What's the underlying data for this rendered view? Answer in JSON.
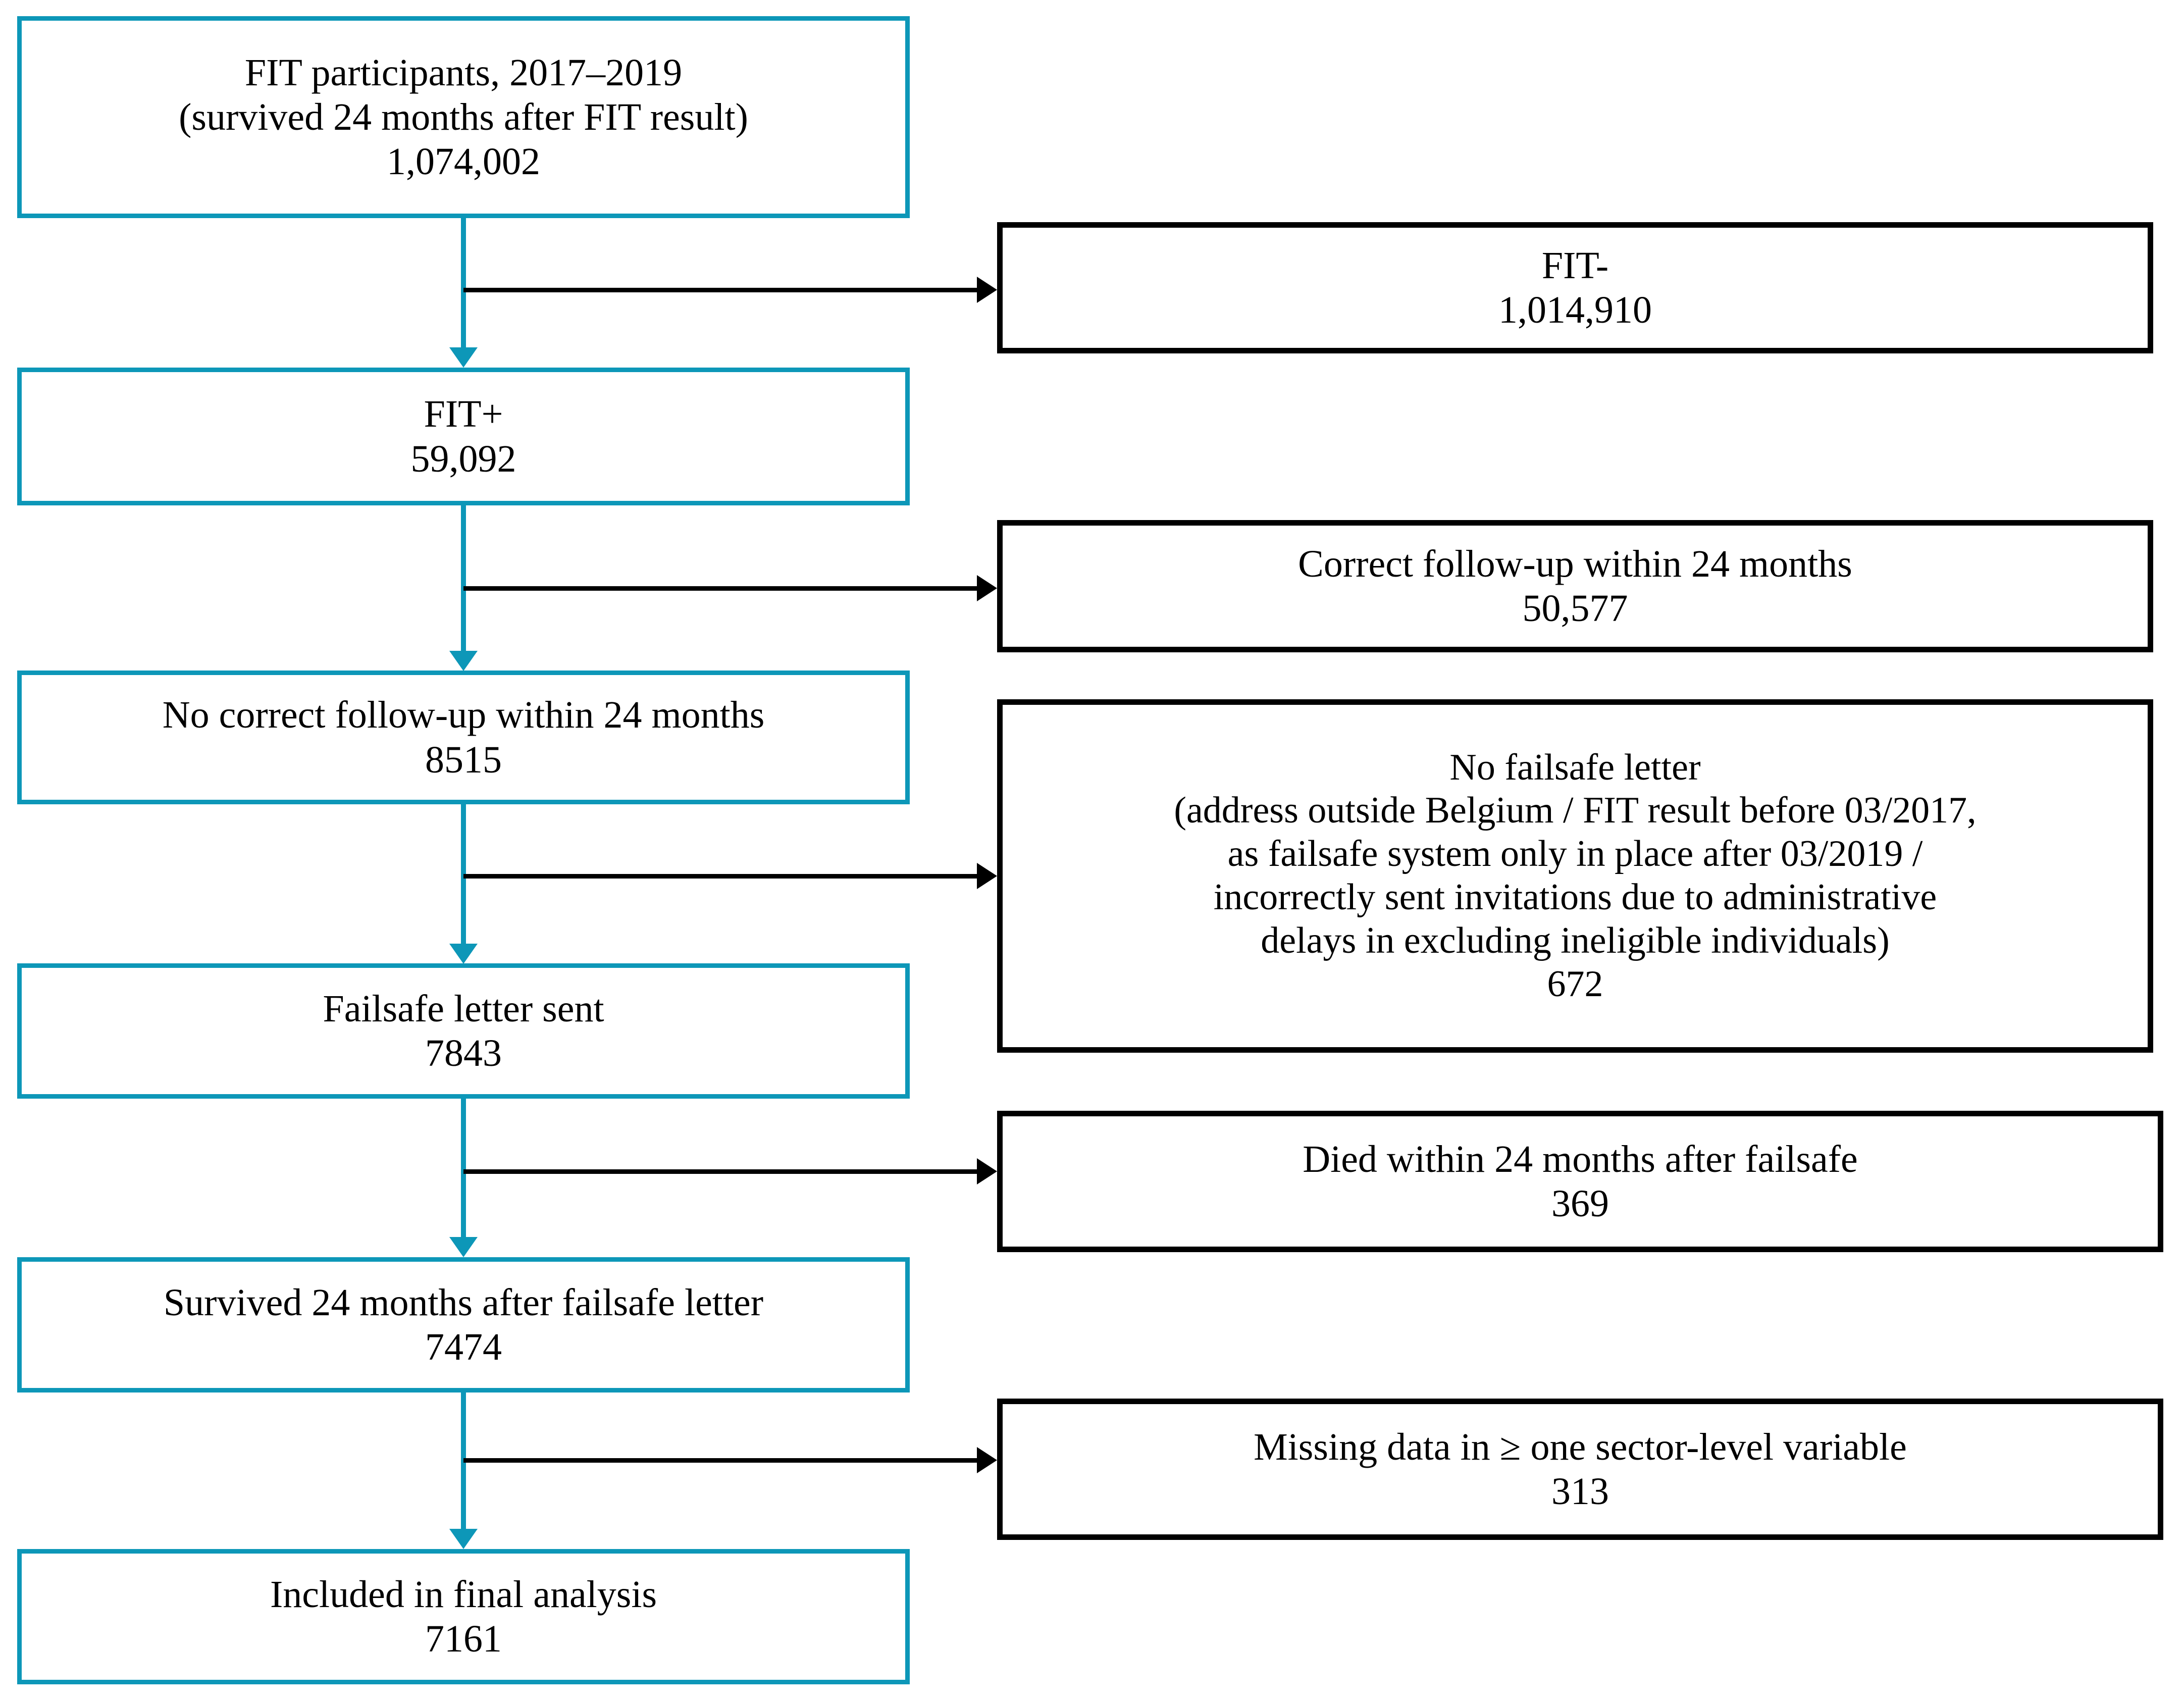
{
  "figure": {
    "type": "flowchart",
    "orientation": "vertical-with-right-exclusions",
    "colors": {
      "primary_path_border": "#0d97b8",
      "exclusion_border": "#000000",
      "background": "#ffffff",
      "text": "#000000"
    }
  },
  "main_path": [
    {
      "id": "fit-participants",
      "lines": [
        "FIT participants, 2017–2019",
        "(survived 24 months after FIT result)"
      ],
      "count": "1,074,002"
    },
    {
      "id": "fit-positive",
      "lines": [
        "FIT+"
      ],
      "count": "59,092"
    },
    {
      "id": "no-correct-followup",
      "lines": [
        "No correct follow-up within 24 months"
      ],
      "count": "8515"
    },
    {
      "id": "failsafe-letter-sent",
      "lines": [
        "Failsafe letter sent"
      ],
      "count": "7843"
    },
    {
      "id": "survived-after-failsafe",
      "lines": [
        "Survived 24 months after failsafe letter"
      ],
      "count": "7474"
    },
    {
      "id": "included-final-analysis",
      "lines": [
        "Included in final analysis"
      ],
      "count": "7161"
    }
  ],
  "exclusions": [
    {
      "id": "fit-negative",
      "lines": [
        "FIT-"
      ],
      "count": "1,014,910"
    },
    {
      "id": "correct-followup",
      "lines": [
        "Correct follow-up within 24 months"
      ],
      "count": "50,577"
    },
    {
      "id": "no-failsafe-letter",
      "lines": [
        "No failsafe letter",
        "(address outside Belgium / FIT result before 03/2017,",
        "as failsafe system only in place after 03/2019 /",
        "incorrectly sent invitations due to administrative",
        "delays in excluding ineligible individuals)"
      ],
      "count": "672"
    },
    {
      "id": "died-after-failsafe",
      "lines": [
        "Died within 24 months after failsafe"
      ],
      "count": "369"
    },
    {
      "id": "missing-sector-data",
      "lines": [
        "Missing data in ≥ one sector-level variable"
      ],
      "count": "313"
    }
  ]
}
